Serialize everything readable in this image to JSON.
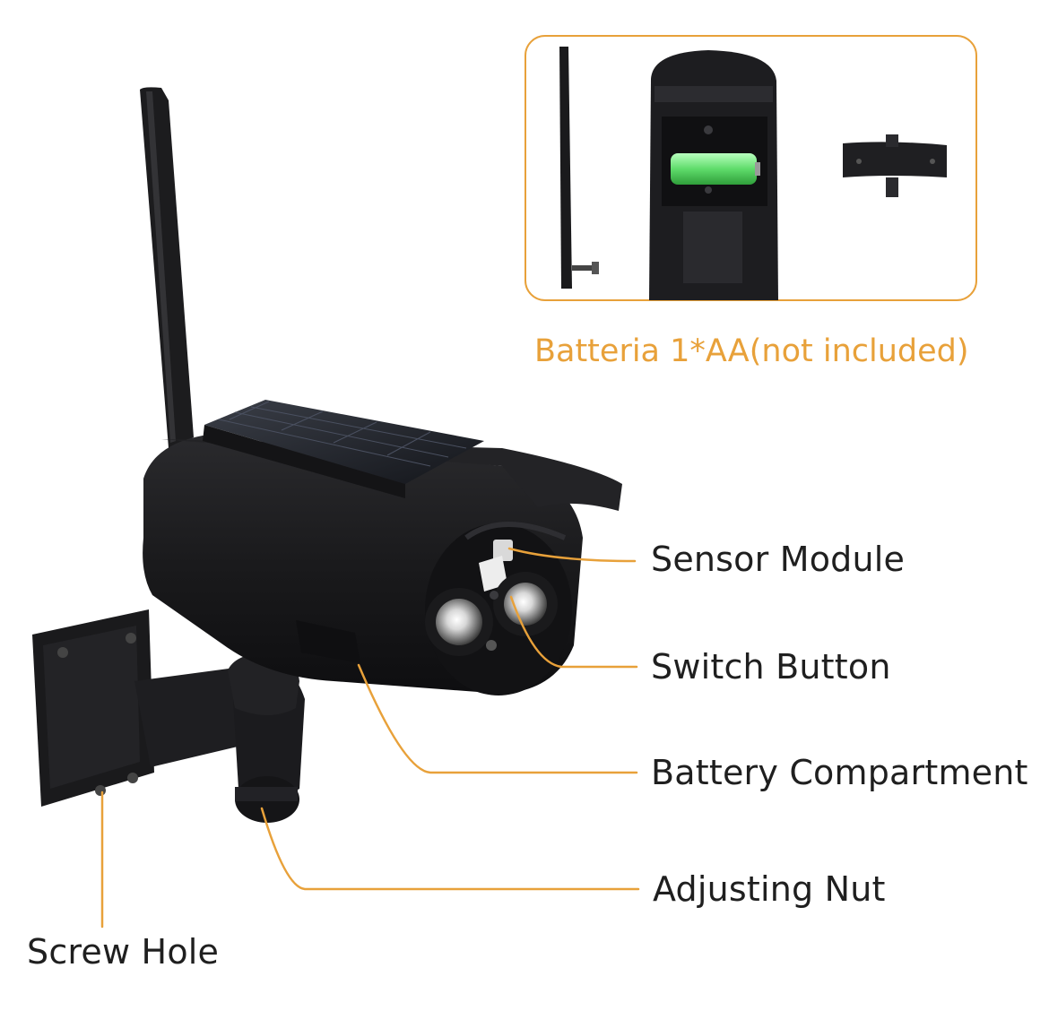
{
  "colors": {
    "accent": "#e8a13a",
    "device": "#1c1c1e",
    "battery": "#6fe07a",
    "text": "#1f1f1f"
  },
  "inset": {
    "caption": "Batteria 1*AA(not included)"
  },
  "callouts": [
    {
      "id": "sensor-module",
      "label": "Sensor Module"
    },
    {
      "id": "switch-button",
      "label": "Switch Button"
    },
    {
      "id": "battery-compartment",
      "label": "Battery Compartment"
    },
    {
      "id": "adjusting-nut",
      "label": "Adjusting Nut"
    },
    {
      "id": "screw-hole",
      "label": "Screw Hole"
    }
  ]
}
